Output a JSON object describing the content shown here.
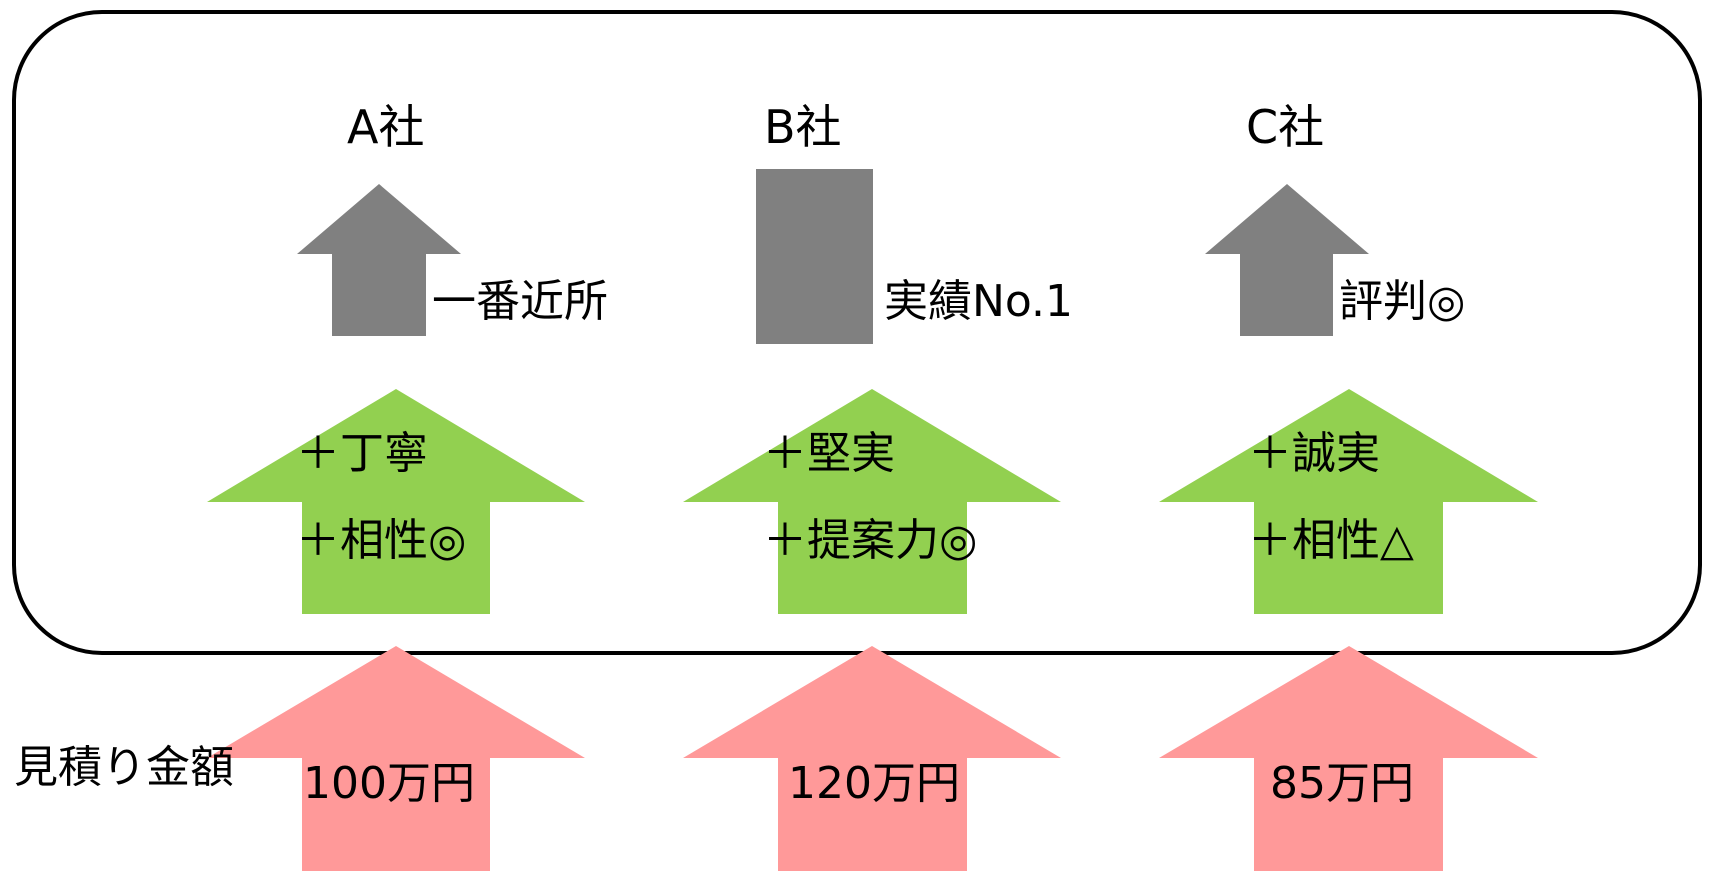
{
  "companies": [
    {
      "name": "A社",
      "shape": "up-arrow",
      "feature": "一番近所",
      "pluses": [
        "＋丁寧",
        "＋相性◎"
      ],
      "price": "100万円"
    },
    {
      "name": "B社",
      "shape": "rectangle",
      "feature": "実績No.1",
      "pluses": [
        "＋堅実",
        "＋提案力◎"
      ],
      "price": "120万円"
    },
    {
      "name": "C社",
      "shape": "up-arrow",
      "feature": "評判◎",
      "pluses": [
        "＋誠実",
        "＋相性△"
      ],
      "price": "85万円"
    }
  ],
  "estimate_label": "見積り金額",
  "colors": {
    "gray": "#808080",
    "green": "#92d050",
    "pink": "#ff9999",
    "frame": "#000000"
  }
}
